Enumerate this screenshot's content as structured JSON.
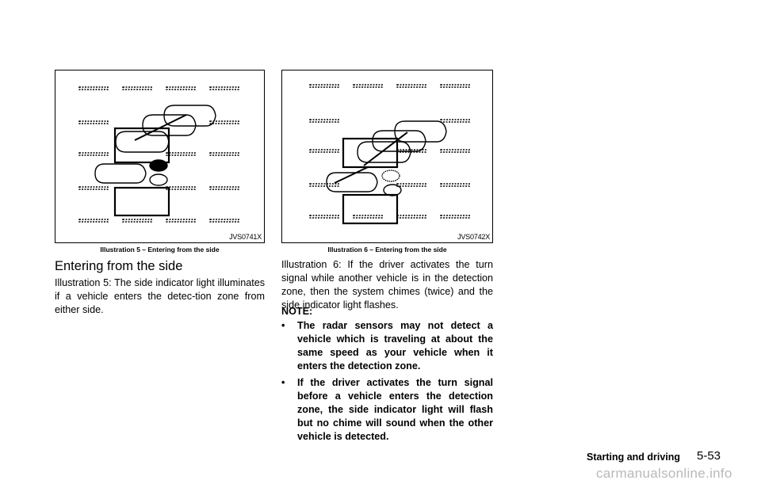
{
  "figures": [
    {
      "code": "JVS0741X",
      "caption": "Illustration 5 – Entering from the side"
    },
    {
      "code": "JVS0742X",
      "caption": "Illustration 6 – Entering from the side"
    }
  ],
  "left": {
    "heading": "Entering from the side",
    "paragraph": "Illustration 5: The side indicator light illuminates if a vehicle enters the detec-tion zone from either side."
  },
  "right": {
    "paragraph": "Illustration 6: If the driver activates the turn signal while another vehicle is in the detection zone, then the system chimes (twice) and the side indicator light flashes.",
    "note_label": "NOTE:",
    "notes": [
      {
        "bullet": "•",
        "text": "The radar sensors may not detect a vehicle which is traveling at about the same speed as your vehicle when it enters the detection zone."
      },
      {
        "bullet": "•",
        "text": "If the driver activates the turn signal before a vehicle enters the detection zone, the side indicator light will flash but no chime will sound when the other vehicle is detected."
      }
    ]
  },
  "footer": {
    "section": "Starting and driving",
    "page": "5-53"
  },
  "watermark": "carmanualsonline.info"
}
